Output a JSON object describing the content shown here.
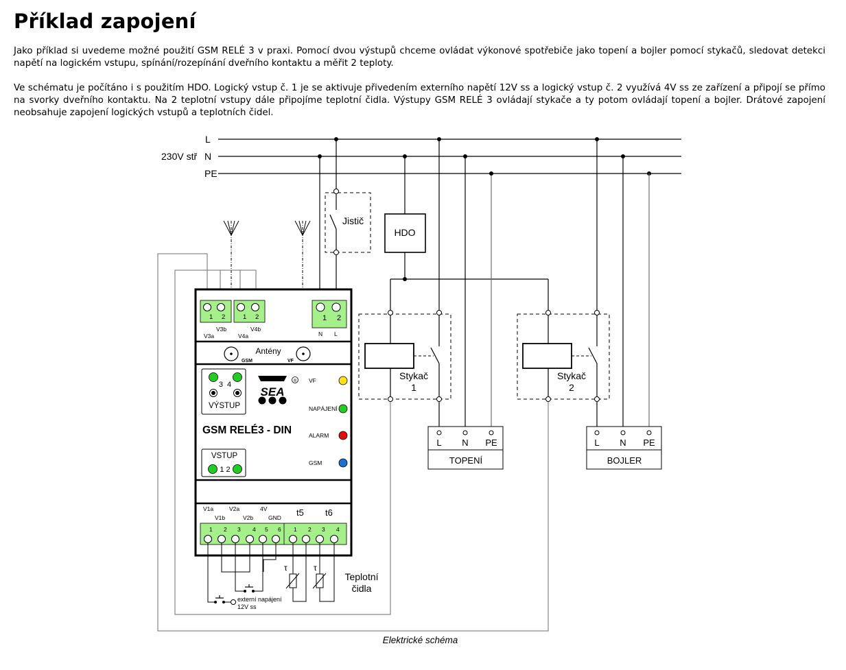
{
  "header": {
    "title": "Příklad zapojení",
    "paragraph1": "Jako příklad si uvedeme možné použití GSM RELÉ 3 v praxi. Pomocí dvou výstupů chceme ovládat výkonové spotřebiče jako topení a bojler pomocí stykačů, sledovat detekci napětí na logickém vstupu,  spínání/rozepínání dveřního kontaktu a měřit 2 teploty.",
    "paragraph2": "Ve schématu je počítáno i s použitím HDO. Logický vstup č. 1 je se aktivuje přivedením externího napětí 12V ss a logický vstup č. 2 využívá 4V ss ze zařízení a připojí se přímo na svorky dveřního kontaktu. Na 2 teplotní vstupy dále připojíme teplotní čidla. Výstupy GSM RELÉ 3 ovládají stykače a ty potom ovládají topení a bojler. Drátové zapojení neobsahuje zapojení logických vstupů a teplotních čidel."
  },
  "mains": {
    "line_L": "L",
    "line_N": "N",
    "line_PE": "PE",
    "supply_label": "230V stř"
  },
  "breaker": {
    "label": "Jistič"
  },
  "hdo": {
    "label": "HDO"
  },
  "device": {
    "name": "GSM RELÉ3 - DIN",
    "brand": "SEA",
    "registered": "®",
    "antenna_label": "Antény",
    "antenna_gsm": "GSM",
    "antenna_vf": "VF",
    "output_label": "VÝSTUP",
    "output_numbers": "3  4",
    "input_label": "VSTUP",
    "input_numbers": "1 2",
    "terminal_v3_nums": [
      "1",
      "2"
    ],
    "terminal_v4_nums": [
      "1",
      "2"
    ],
    "terminal_power_nums": [
      "1",
      "2"
    ],
    "label_v3a": "V3a",
    "label_v3b": "V3b",
    "label_v4a": "V4a",
    "label_v4b": "V4b",
    "label_n": "N",
    "label_l": "L",
    "indicators": [
      {
        "label": "VF",
        "color": "#ffe01a"
      },
      {
        "label": "NAPÁJENÍ",
        "color": "#22cc22"
      },
      {
        "label": "ALARM",
        "color": "#e01010"
      },
      {
        "label": "GSM",
        "color": "#1a6fd0"
      }
    ],
    "bottom_labels": {
      "v1a": "V1a",
      "v1b": "V1b",
      "v2a": "V2a",
      "v2b": "V2b",
      "v4": "4V",
      "gnd": "GND",
      "t5": "t5",
      "t6": "t6"
    },
    "bottom_terminal_nums_a": [
      "1",
      "2",
      "3",
      "4",
      "5",
      "6"
    ],
    "bottom_terminal_nums_b": [
      "1",
      "2",
      "3",
      "4"
    ]
  },
  "contactors": [
    {
      "label": "Stykač",
      "number": "1"
    },
    {
      "label": "Stykač",
      "number": "2"
    }
  ],
  "loads": [
    {
      "name": "TOPENÍ",
      "terminals": [
        "L",
        "N",
        "PE"
      ]
    },
    {
      "name": "BOJLER",
      "terminals": [
        "L",
        "N",
        "PE"
      ]
    }
  ],
  "sensors": {
    "label_line1": "Teplotní",
    "label_line2": "čidla",
    "tau": "τ"
  },
  "external_supply": {
    "line1": "externí napájení",
    "line2": "12V ss"
  },
  "caption": "Elektrické schéma",
  "colors": {
    "terminal_green": "#a6f08c",
    "led_green": "#22cc22",
    "pin_red": "#d01010",
    "wire_gray": "#6e6e6e"
  }
}
